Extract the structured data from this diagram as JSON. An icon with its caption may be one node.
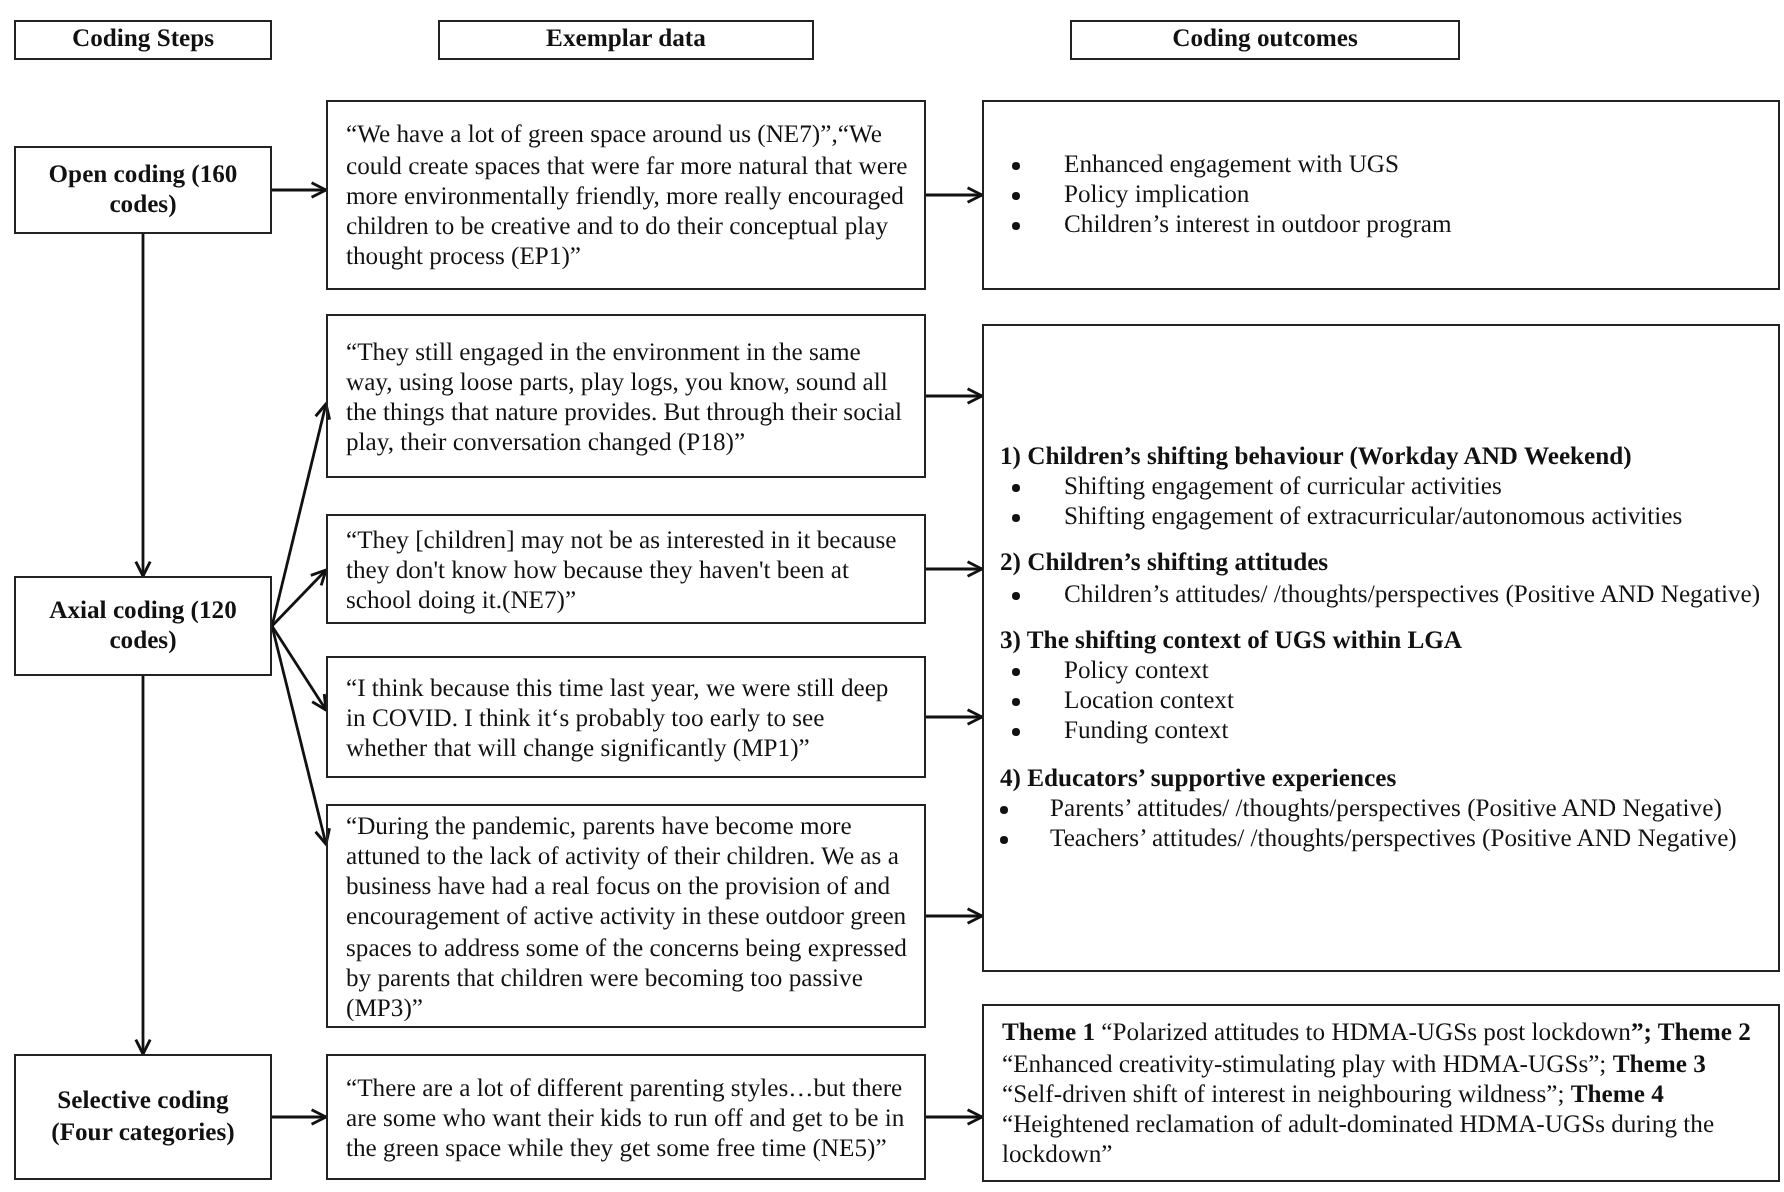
{
  "diagram": {
    "nodes": [
      {
        "text": [
          "Coding Steps"
        ]
      },
      {
        "text": [
          "Exemplar data"
        ]
      },
      {
        "text": [
          "Coding outcomes"
        ]
      },
      {
        "text": [
          "Open coding (160 codes)"
        ]
      },
      {
        "text": [
          "“We have a lot of green space around us (NE7)”,“We could create spaces that were far more natural that were more environmentally friendly, more really encouraged children to be creative and to do their conceptual play thought process (EP1)”"
        ]
      },
      {
        "text": [
          "Enhanced engagement with UGS",
          "Policy implication",
          "Children’s interest in outdoor program"
        ]
      },
      {
        "text": [
          "Axial coding (120 codes)"
        ]
      },
      {
        "text": [
          "“They still engaged in the environment in the same way, using loose parts, play logs, you know, sound all the things that nature provides. But through their social play, their conversation changed (P18)”"
        ]
      },
      {
        "text": [
          "“They [children] may not be as interested in it because they don't know how because they haven't been at school doing it.(NE7)”"
        ]
      },
      {
        "text": [
          "“I think because this time last year, we were still deep in COVID. I think it‘s probably too early to see whether that will change significantly (MP1)”"
        ]
      },
      {
        "text": [
          "“During the pandemic, parents have become more attuned to the lack of activity of their children. We as a business have had a real focus on the provision of and encouragement of active activity in these outdoor green spaces to address some of the concerns being expressed by parents that children were becoming too passive (MP3)”"
        ]
      },
      {
        "text": [
          "1) Children’s shifting behaviour (Workday AND Weekend)",
          "Shifting engagement of curricular activities",
          "Shifting engagement of extracurricular/autonomous activities",
          "2) Children’s shifting attitudes",
          "Children’s attitudes/ /thoughts/perspectives (Positive AND Negative)",
          "3) The shifting context of UGS within LGA",
          "Policy context",
          "Location context",
          "Funding context",
          "4) Educators’ supportive experiences",
          "Parents’ attitudes/ /thoughts/perspectives (Positive AND Negative)",
          "Teachers’ attitudes/ /thoughts/perspectives (Positive AND Negative)"
        ]
      },
      {
        "text": [
          "Selective coding (Four categories)"
        ]
      },
      {
        "text": [
          "“There are a lot of different parenting styles…but there are some who want their kids to run off and get to be in the green space while they get some free time (NE5)”"
        ]
      },
      {
        "text": [
          "**Theme 1** “Polarized attitudes to HDMA-UGSs post lockdown**”; Theme 2** “Enhanced creativity-stimulating play with HDMA-UGSs”; **Theme 3** “Self-driven shift of interest in neighbouring wildness”; **Theme 4** “Heightened reclamation of adult-dominated HDMA-UGSs during the lockdown”"
        ]
      }
    ],
    "edges": [
      {
        "from": 3,
        "to": 4,
        "arrow": "to"
      },
      {
        "from": 4,
        "to": 5,
        "arrow": "to"
      },
      {
        "from": 3,
        "to": 6,
        "arrow": "to"
      },
      {
        "from": 6,
        "to": 7,
        "arrow": "to"
      },
      {
        "from": 6,
        "to": 8,
        "arrow": "to"
      },
      {
        "from": 6,
        "to": 9,
        "arrow": "to"
      },
      {
        "from": 6,
        "to": 10,
        "arrow": "to"
      },
      {
        "from": 7,
        "to": 11,
        "arrow": "to"
      },
      {
        "from": 8,
        "to": 11,
        "arrow": "to"
      },
      {
        "from": 9,
        "to": 11,
        "arrow": "to"
      },
      {
        "from": 10,
        "to": 11,
        "arrow": "to"
      },
      {
        "from": 6,
        "to": 12,
        "arrow": "to"
      },
      {
        "from": 12,
        "to": 13,
        "arrow": "to"
      },
      {
        "from": 13,
        "to": 14,
        "arrow": "to"
      }
    ]
  }
}
